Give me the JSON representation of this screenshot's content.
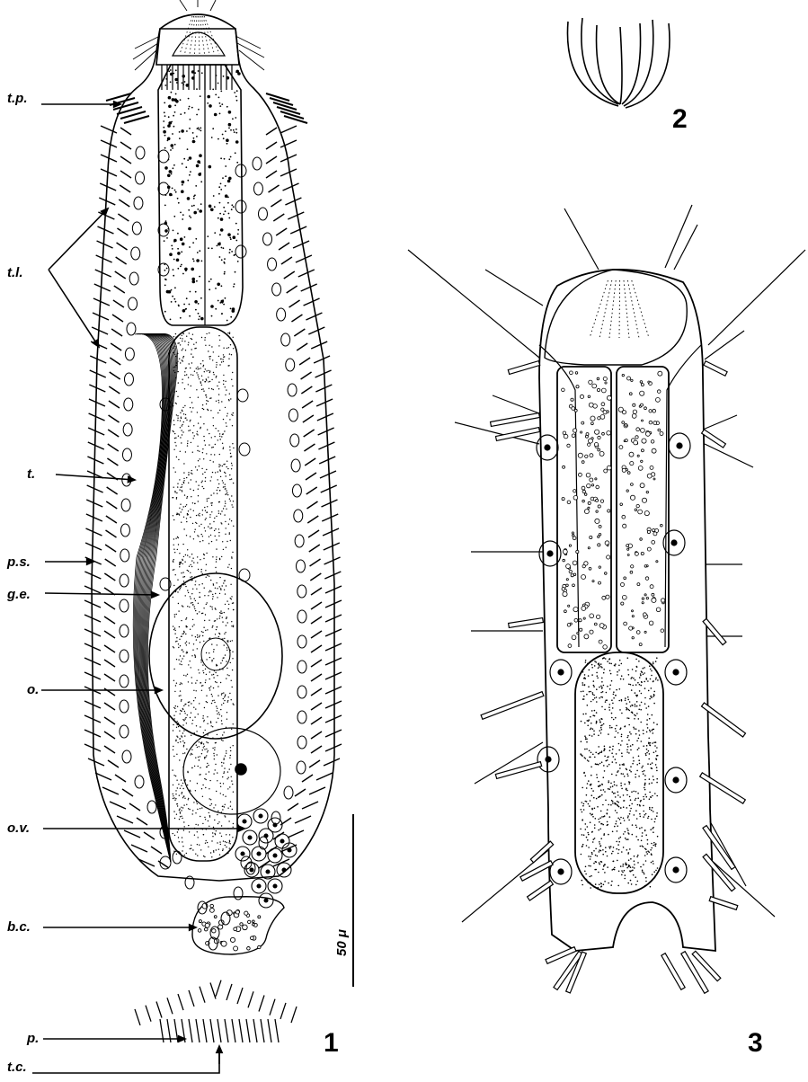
{
  "figure1": {
    "number": "1",
    "labels": {
      "tp": "t.p.",
      "tl": "t.l.",
      "t": "t.",
      "ps": "p.s.",
      "ge": "g.e.",
      "o": "o.",
      "ov": "o.v.",
      "bc": "b.c.",
      "p": "p.",
      "tc": "t.c."
    },
    "scale_bar": "50 μ"
  },
  "figure2": {
    "number": "2"
  },
  "figure3": {
    "number": "3"
  }
}
